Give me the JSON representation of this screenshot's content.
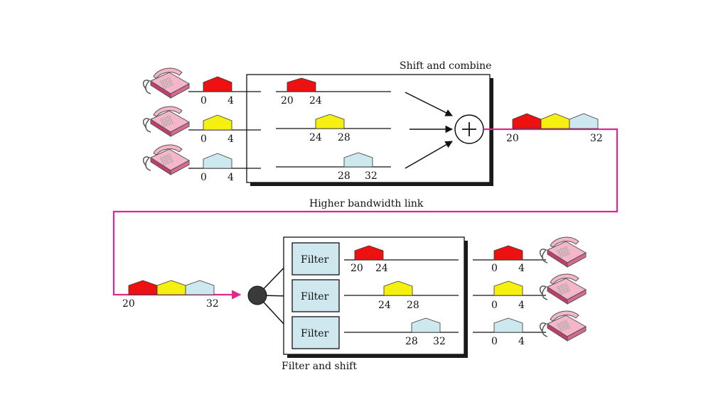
{
  "labels": {
    "shift_combine": "Shift and combine",
    "higher_bandwidth": "Higher bandwidth link",
    "filter_shift": "Filter and shift",
    "filter": "Filter"
  },
  "channels": [
    {
      "color": "#ee1111",
      "input_range": [
        "0",
        "4"
      ],
      "shifted_range": [
        "20",
        "24"
      ],
      "output_range": [
        "0",
        "4"
      ]
    },
    {
      "color": "#f5f010",
      "input_range": [
        "0",
        "4"
      ],
      "shifted_range": [
        "24",
        "28"
      ],
      "output_range": [
        "0",
        "4"
      ]
    },
    {
      "color": "#cde8ef",
      "input_range": [
        "0",
        "4"
      ],
      "shifted_range": [
        "28",
        "32"
      ],
      "output_range": [
        "0",
        "4"
      ]
    }
  ],
  "combined_band": [
    "20",
    "32"
  ],
  "colors": {
    "link": "#e0288a",
    "filter_fill": "#cfe8f0",
    "phone_body": "#f4b6c8",
    "phone_dark": "#c23c6e",
    "demux_dot": "#3a3a3a"
  },
  "icons": [
    "telephone-icon",
    "adder-icon",
    "demux-icon",
    "arrow-icon"
  ]
}
